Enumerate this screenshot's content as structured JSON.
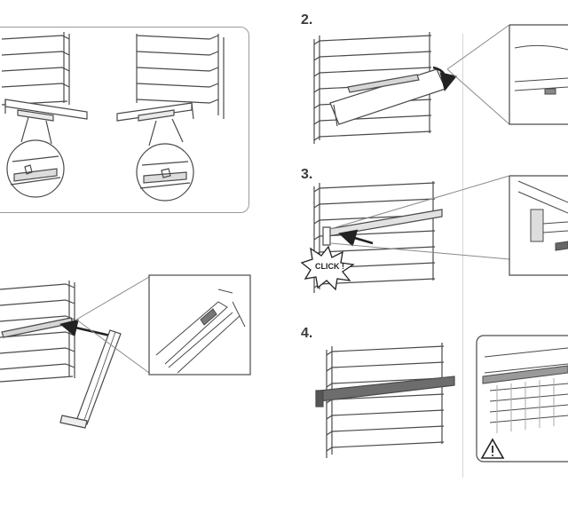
{
  "steps": [
    {
      "label": "2."
    },
    {
      "label": "3."
    },
    {
      "label": "4."
    }
  ],
  "click_label": "CLICK !",
  "icons": [
    "warning-triangle-icon",
    "rotate-arrow-icon",
    "push-arrow-icon"
  ],
  "colors": {
    "line": "#4a4a4a",
    "light_line": "#8a8a8a",
    "rail_dark": "#6d6d6d",
    "panel_border": "#9a9a9a"
  }
}
